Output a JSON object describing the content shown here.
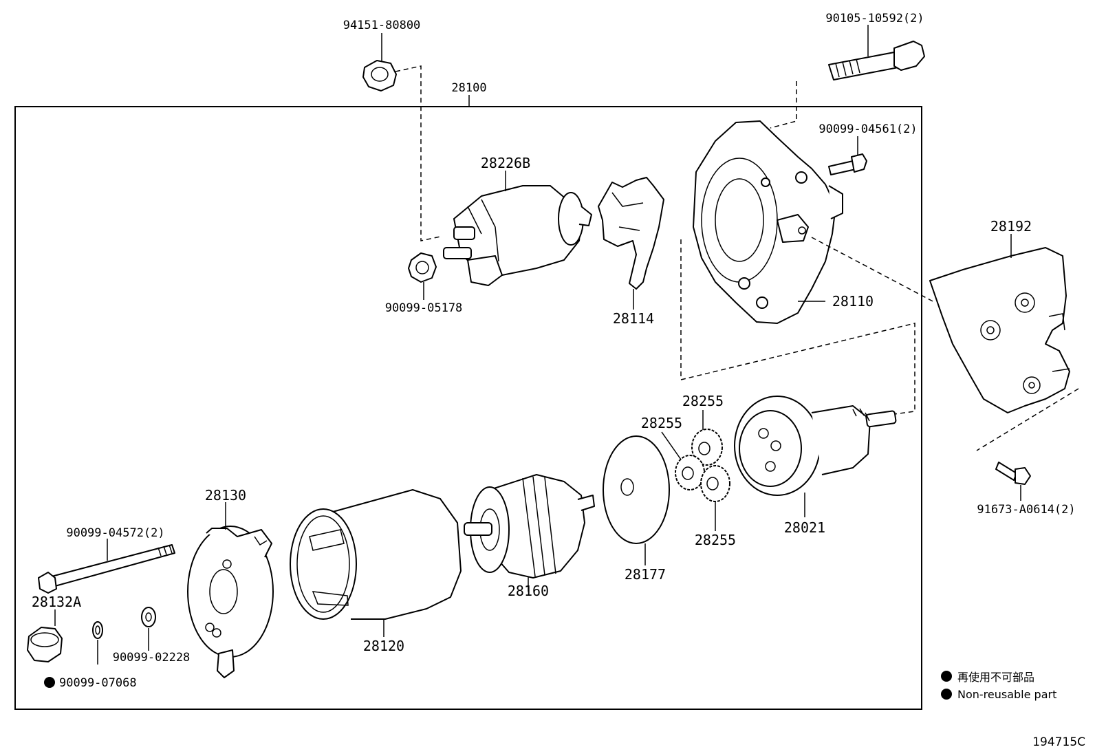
{
  "assembly_label": "28100",
  "labels": {
    "nut_top": "94151-80800",
    "bolt_top": "90105-10592(2)",
    "bolt_housing": "90099-04561(2)",
    "solenoid": "28226B",
    "nut_solenoid": "90099-05178",
    "lever": "28114",
    "housing": "28110",
    "bracket": "28192",
    "bolt_bracket": "91673-A0614(2)",
    "gear_a": "28255",
    "gear_b": "28255",
    "gear_c": "28255",
    "clutch": "28021",
    "plate": "28177",
    "armature": "28160",
    "yoke": "28120",
    "end_frame": "28130",
    "through_bolt": "90099-04572(2)",
    "cap": "28132A",
    "washer_small": "90099-07068",
    "washer_large": "90099-02228"
  },
  "legend": {
    "line1": "再使用不可部品",
    "line2": "Non-reusable part"
  },
  "diagram_id": "194715C"
}
